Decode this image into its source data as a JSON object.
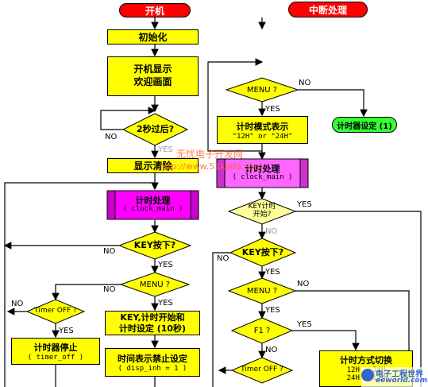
{
  "start_left": "开机",
  "start_right": "中断处理",
  "init": "初始化",
  "show_welcome": [
    "开机显示",
    "欢迎画面"
  ],
  "wait2s": "2秒过后?",
  "clear_display": "显示清除",
  "clock_left": {
    "title": "计时处理",
    "sub": "( clock_main )"
  },
  "key_left": "KEY按下?",
  "menu_left": "MENU ?",
  "timer_off_left": "Timer OFF ?",
  "timer_stop": {
    "title": "计时器停止",
    "sub": "( timer_off )"
  },
  "key_start": [
    "KEY,计时开始和",
    "计时设定 (10秒)"
  ],
  "disp_inh": {
    "title": "时间表示禁止设定",
    "sub": "( disp_inh = 1 )"
  },
  "menu_right": "MENU ?",
  "mode_display": {
    "title": "计时模式表示",
    "sub": "\"12H\"  or  \"24H\""
  },
  "timer_set": "计时器设定 (1)",
  "clock_right": {
    "title": "计时处理",
    "sub": "( clock_main )"
  },
  "key_timer": [
    "KEY计时",
    "开始?"
  ],
  "key_right": "KEY按下?",
  "menu_right2": "MENU ?",
  "f1": "F1 ?",
  "timer_off_right": "Timer OFF ?",
  "mode_switch": {
    "title": "计时方式切换",
    "sub1": "12H → 24H",
    "sub2": "24H → 12H"
  },
  "labels": {
    "yes": "YES",
    "no": "NO"
  },
  "watermark": {
    "line1": "无忧电子开发网",
    "line2": "http://www.51kaifa.com"
  },
  "logo": {
    "line1": "电子工程世界",
    "line2": "eeworld.com.cn"
  },
  "colors": {
    "box": "#ffff00",
    "process": "#ff00ff",
    "start": "#ff0000",
    "green": "#33ff33"
  }
}
